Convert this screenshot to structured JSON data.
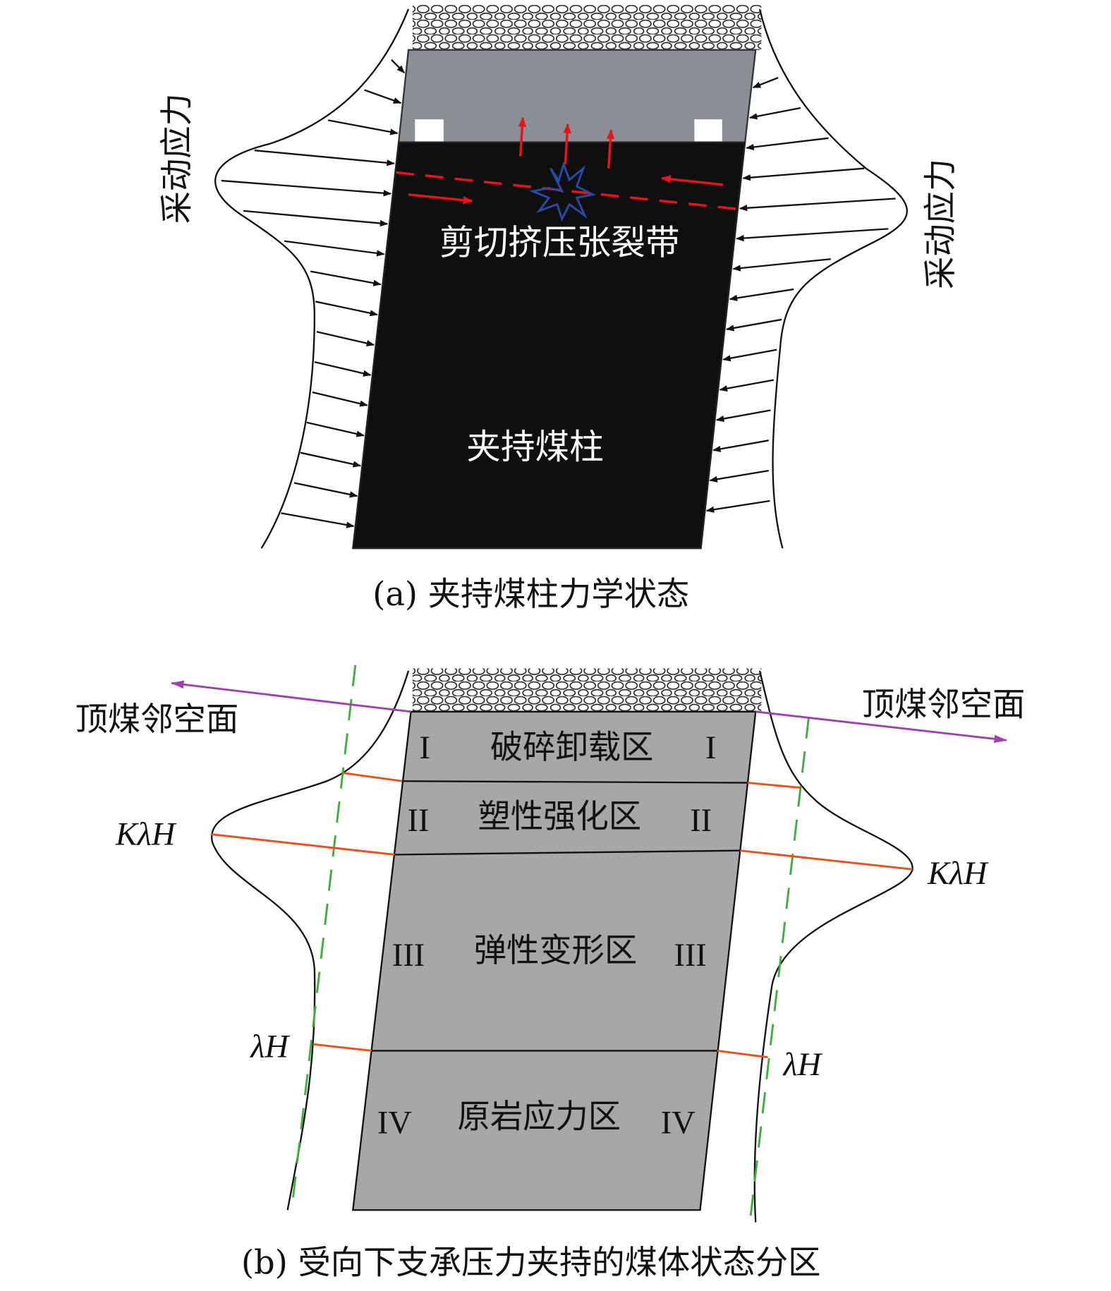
{
  "panel_a": {
    "stress_label_left": "采动应力",
    "stress_label_right": "采动应力",
    "shear_zone_label": "剪切挤压张裂带",
    "pillar_label": "夹持煤柱",
    "caption": "(a) 夹持煤柱力学状态"
  },
  "panel_b": {
    "free_face_left": "顶煤邻空面",
    "free_face_right": "顶煤邻空面",
    "peak_left": "KλH",
    "peak_right": "KλH",
    "virgin_left": "λH",
    "virgin_right": "λH",
    "zones": [
      {
        "numeral": "I",
        "name": "破碎卸载区"
      },
      {
        "numeral": "II",
        "name": "塑性强化区"
      },
      {
        "numeral": "III",
        "name": "弹性变形区"
      },
      {
        "numeral": "IV",
        "name": "原岩应力区"
      }
    ],
    "caption": "(b) 受向下支承压力夹持的煤体状态分区"
  },
  "colors": {
    "pillar_a": "#0f0f0f",
    "roof_gray": "#8a8e95",
    "pillar_b": "#a7a7a9",
    "red": "#e8141b",
    "orange": "#e8501e",
    "green": "#3fae3f",
    "purple": "#a040b0",
    "blue": "#2a4aa8"
  }
}
